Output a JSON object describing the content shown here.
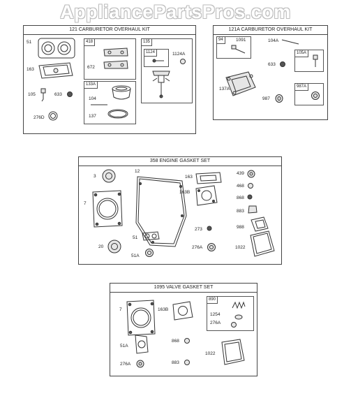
{
  "watermark": "AppliancePartsPros.com",
  "kits": {
    "k121": {
      "title": "121 CARBURETOR OVERHAUL KIT",
      "labels": [
        "51",
        "163",
        "105",
        "633",
        "276D",
        "418",
        "672",
        "133A",
        "104",
        "137",
        "135",
        "1124",
        "1124A"
      ]
    },
    "k121a": {
      "title": "121A CARBURETOR OVERHAUL KIT",
      "labels": [
        "94",
        "1091",
        "104A",
        "105A",
        "633",
        "137A",
        "987A",
        "987"
      ]
    },
    "k358": {
      "title": "358 ENGINE GASKET SET",
      "labels": [
        "3",
        "12",
        "163",
        "439",
        "468",
        "163B",
        "868",
        "7",
        "883",
        "273",
        "988",
        "51",
        "20",
        "276A",
        "1022",
        "51A"
      ]
    },
    "k1095": {
      "title": "1095 VALVE GASKET SET",
      "labels": [
        "7",
        "163B",
        "890",
        "1254",
        "276A",
        "868",
        "51A",
        "1022",
        "276A",
        "883"
      ]
    }
  }
}
